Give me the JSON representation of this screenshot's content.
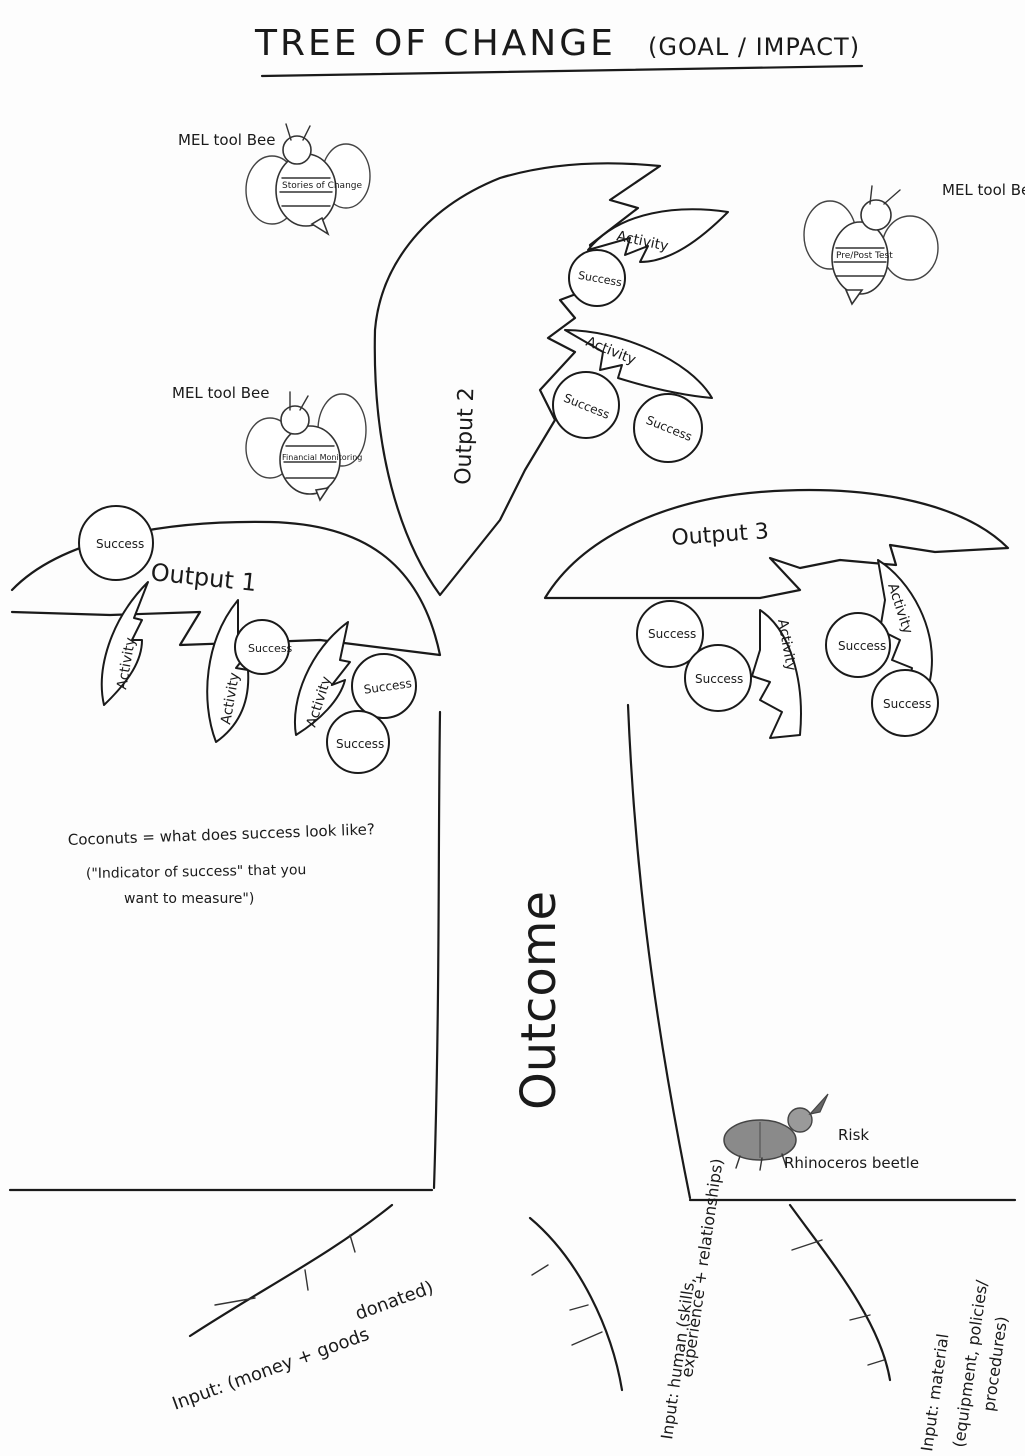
{
  "title": {
    "main": "TREE OF CHANGE",
    "sub": "(GOAL / IMPACT)"
  },
  "bees": [
    {
      "caption": "MEL tool Bee",
      "label": "Stories of Change"
    },
    {
      "caption": "MEL tool Bee",
      "label": "Pre/Post Test"
    },
    {
      "caption": "MEL tool Bee",
      "label": "Financial Monitoring"
    }
  ],
  "branches": {
    "output1": "Output 1",
    "output2": "Output 2",
    "output3": "Output 3"
  },
  "fruit": {
    "success": "Success",
    "activity": "Activity"
  },
  "trunk": {
    "outcome": "Outcome"
  },
  "note": {
    "line1": "Coconuts = what does success look like?",
    "line2": "(\"Indicator of success\" that you",
    "line3": "want to measure\")"
  },
  "risk": {
    "label": "Risk",
    "name": "Rhinoceros beetle"
  },
  "inputs": {
    "left_line1": "Input: (money + goods",
    "left_line2": "donated)",
    "middle_line1": "Input: human (skills,",
    "middle_line2": "experience + relationships)",
    "right_line1": "Input: material",
    "right_line2": "(equipment, policies/",
    "right_line3": "procedures)"
  }
}
